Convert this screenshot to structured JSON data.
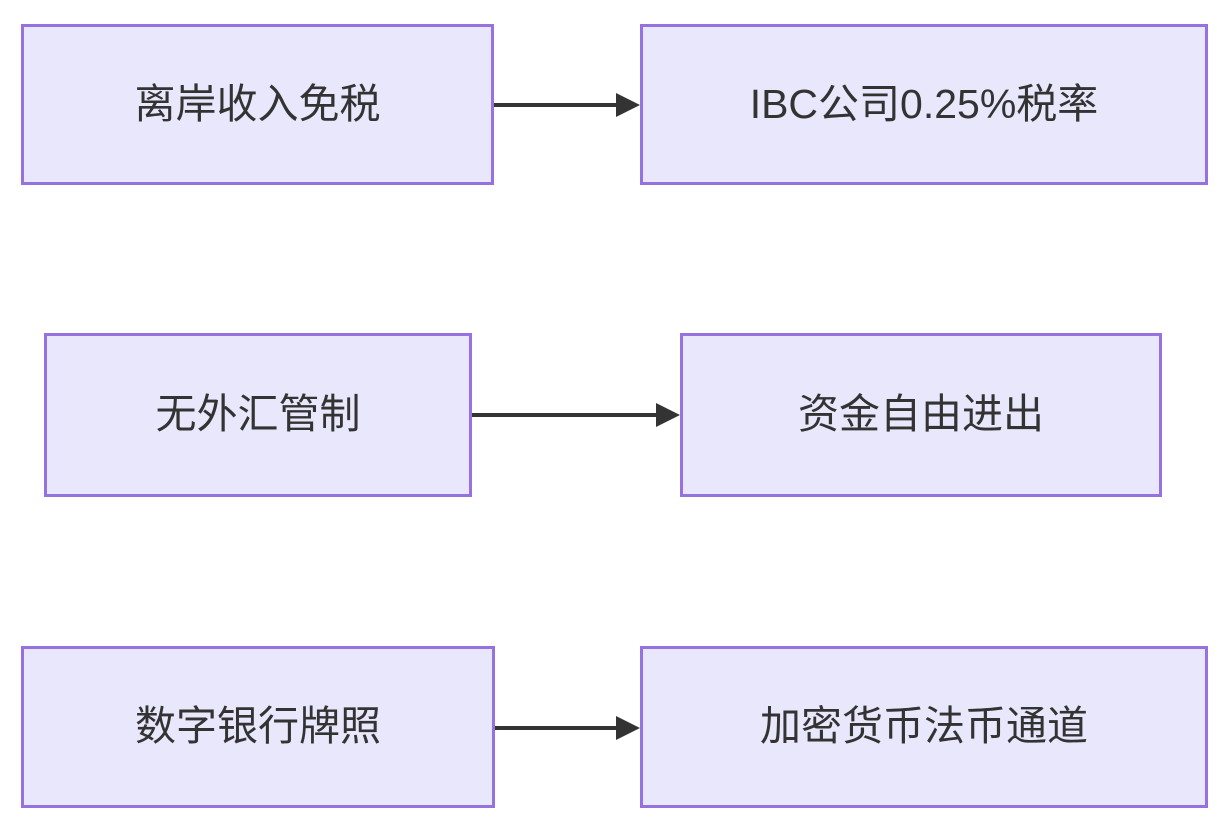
{
  "diagram": {
    "type": "flowchart",
    "direction": "left-to-right",
    "background_color": "#ffffff",
    "node_fill_color": "#e9e7fc",
    "node_border_color": "#9672e0",
    "node_text_color": "#333333",
    "edge_color": "#333333",
    "nodes": [
      {
        "id": "offshore-tax-exemption",
        "label": "离岸收入免税"
      },
      {
        "id": "ibc-tax-rate",
        "label": "IBC公司0.25%税率"
      },
      {
        "id": "no-forex-control",
        "label": "无外汇管制"
      },
      {
        "id": "free-capital-flow",
        "label": "资金自由进出"
      },
      {
        "id": "digital-bank-license",
        "label": "数字银行牌照"
      },
      {
        "id": "crypto-fiat-gateway",
        "label": "加密货币法币通道"
      }
    ],
    "edges": [
      {
        "id": "edge-row-1",
        "from": "offshore-tax-exemption",
        "to": "ibc-tax-rate",
        "label": ""
      },
      {
        "id": "edge-row-2",
        "from": "no-forex-control",
        "to": "free-capital-flow",
        "label": ""
      },
      {
        "id": "edge-row-3",
        "from": "digital-bank-license",
        "to": "crypto-fiat-gateway",
        "label": ""
      }
    ]
  }
}
